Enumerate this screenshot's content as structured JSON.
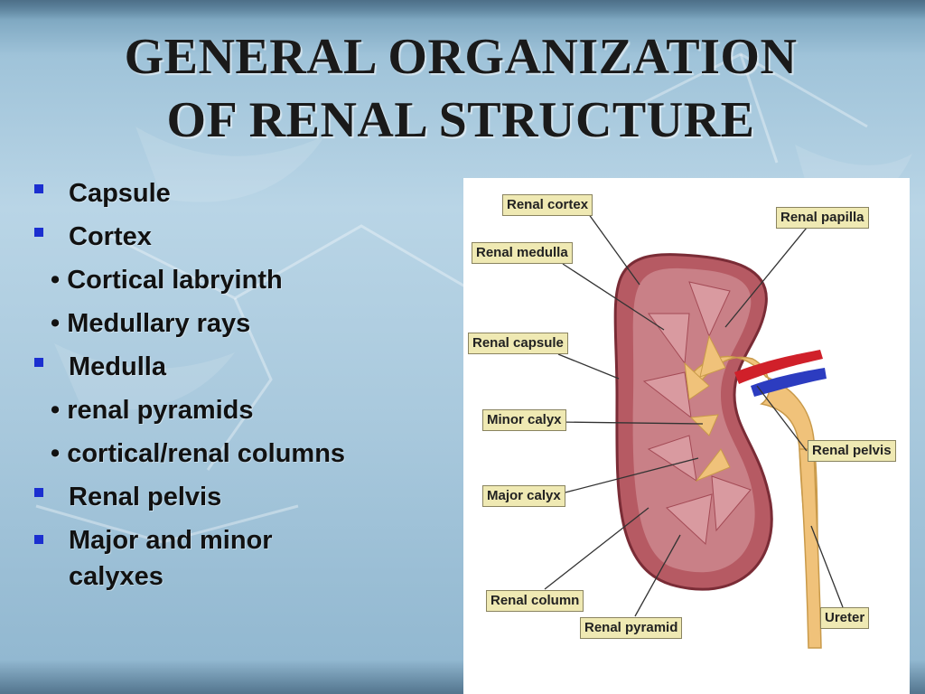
{
  "slide": {
    "title_line1": "GENERAL ORGANIZATION",
    "title_line2": "OF RENAL STRUCTURE"
  },
  "bullets": [
    {
      "level": "main",
      "text": "Capsule"
    },
    {
      "level": "main",
      "text": "Cortex"
    },
    {
      "level": "sub",
      "text": "• Cortical labryinth"
    },
    {
      "level": "sub",
      "text": "• Medullary rays"
    },
    {
      "level": "main",
      "text": "Medulla"
    },
    {
      "level": "sub",
      "text": "• renal pyramids"
    },
    {
      "level": "sub",
      "text": "• cortical/renal columns"
    },
    {
      "level": "main",
      "text": "Renal pelvis"
    },
    {
      "level": "main",
      "text": "Major and minor calyxes"
    }
  ],
  "diagram": {
    "labels": {
      "renal_cortex": "Renal cortex",
      "renal_papilla": "Renal papilla",
      "renal_medulla": "Renal medulla",
      "renal_capsule": "Renal capsule",
      "minor_calyx": "Minor calyx",
      "renal_pelvis": "Renal pelvis",
      "major_calyx": "Major calyx",
      "renal_column": "Renal column",
      "ureter": "Ureter",
      "renal_pyramid": "Renal pyramid"
    }
  },
  "colors": {
    "bullet_square": "#1b2fd0",
    "label_fill": "#efe9b3",
    "kidney_tissue": "#b65a63",
    "pelvis": "#f0c27a",
    "artery": "#d0202a",
    "vein": "#2c3cc0"
  }
}
